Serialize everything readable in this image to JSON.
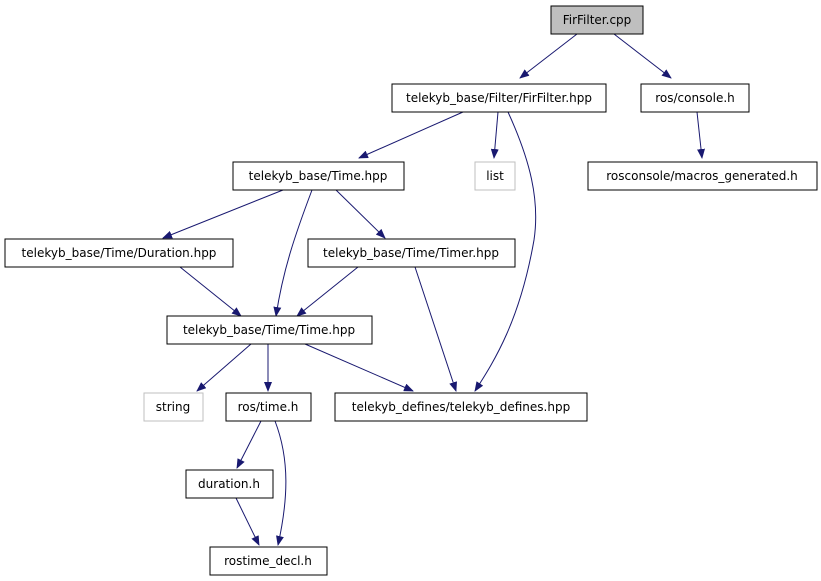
{
  "colors": {
    "edge": "#191970",
    "node_border": "#000000",
    "node_border_external": "#bfbfbf",
    "root_fill": "#bfbfbf",
    "node_fill": "#ffffff"
  },
  "nodes": [
    {
      "id": "firfilter_cpp",
      "label": "FirFilter.cpp",
      "kind": "root"
    },
    {
      "id": "firfilter_hpp",
      "label": "telekyb_base/Filter/FirFilter.hpp",
      "kind": "normal"
    },
    {
      "id": "ros_console",
      "label": "ros/console.h",
      "kind": "normal"
    },
    {
      "id": "time_hpp",
      "label": "telekyb_base/Time.hpp",
      "kind": "normal"
    },
    {
      "id": "list",
      "label": "list",
      "kind": "external"
    },
    {
      "id": "macros_generated",
      "label": "rosconsole/macros_generated.h",
      "kind": "normal"
    },
    {
      "id": "duration_hpp",
      "label": "telekyb_base/Time/Duration.hpp",
      "kind": "normal"
    },
    {
      "id": "timer_hpp",
      "label": "telekyb_base/Time/Timer.hpp",
      "kind": "normal"
    },
    {
      "id": "time_time_hpp",
      "label": "telekyb_base/Time/Time.hpp",
      "kind": "normal"
    },
    {
      "id": "string",
      "label": "string",
      "kind": "external"
    },
    {
      "id": "ros_time",
      "label": "ros/time.h",
      "kind": "normal"
    },
    {
      "id": "telekyb_defines",
      "label": "telekyb_defines/telekyb_defines.hpp",
      "kind": "normal"
    },
    {
      "id": "duration_h",
      "label": "duration.h",
      "kind": "normal"
    },
    {
      "id": "rostime_decl",
      "label": "rostime_decl.h",
      "kind": "normal"
    }
  ],
  "edges": [
    {
      "from": "firfilter_cpp",
      "to": "firfilter_hpp"
    },
    {
      "from": "firfilter_cpp",
      "to": "ros_console"
    },
    {
      "from": "firfilter_hpp",
      "to": "time_hpp"
    },
    {
      "from": "firfilter_hpp",
      "to": "list"
    },
    {
      "from": "firfilter_hpp",
      "to": "telekyb_defines"
    },
    {
      "from": "ros_console",
      "to": "macros_generated"
    },
    {
      "from": "time_hpp",
      "to": "duration_hpp"
    },
    {
      "from": "time_hpp",
      "to": "timer_hpp"
    },
    {
      "from": "time_hpp",
      "to": "time_time_hpp"
    },
    {
      "from": "duration_hpp",
      "to": "time_time_hpp"
    },
    {
      "from": "timer_hpp",
      "to": "time_time_hpp"
    },
    {
      "from": "timer_hpp",
      "to": "telekyb_defines"
    },
    {
      "from": "time_time_hpp",
      "to": "string"
    },
    {
      "from": "time_time_hpp",
      "to": "ros_time"
    },
    {
      "from": "time_time_hpp",
      "to": "telekyb_defines"
    },
    {
      "from": "ros_time",
      "to": "duration_h"
    },
    {
      "from": "ros_time",
      "to": "rostime_decl"
    },
    {
      "from": "duration_h",
      "to": "rostime_decl"
    }
  ]
}
